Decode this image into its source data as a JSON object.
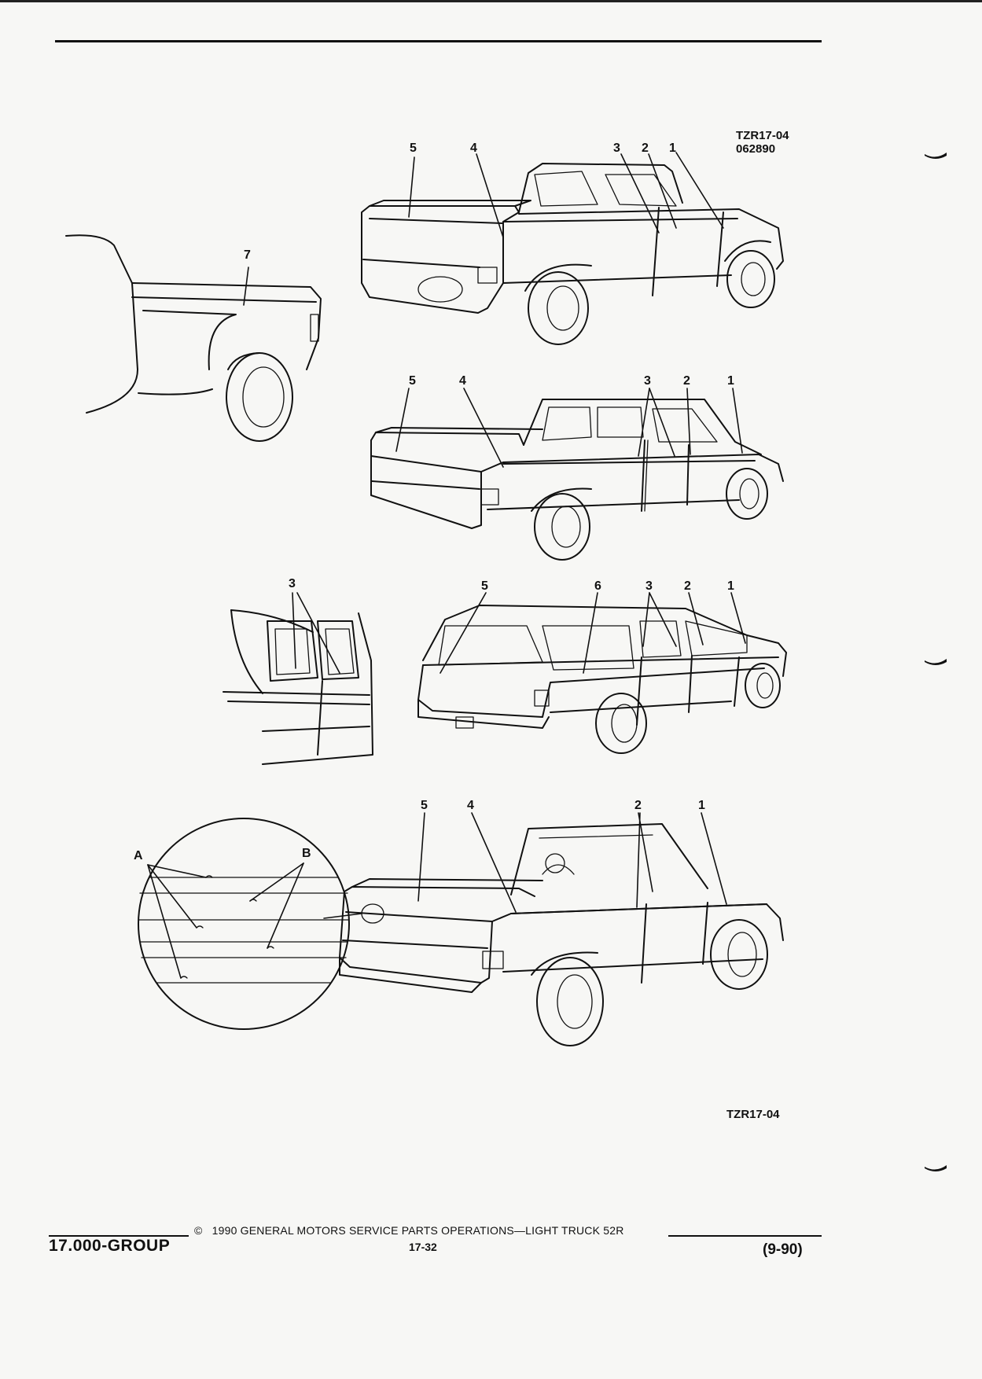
{
  "figure": {
    "ref_code": "TZR17-04",
    "ref_date": "062890",
    "ref_code_bottom": "TZR17-04"
  },
  "views": {
    "view1": {
      "callouts": [
        "5",
        "4",
        "3",
        "2",
        "1"
      ]
    },
    "detail7": {
      "callouts": [
        "7"
      ]
    },
    "view2": {
      "callouts": [
        "5",
        "4",
        "3",
        "2",
        "1"
      ]
    },
    "detail3": {
      "callouts": [
        "3"
      ]
    },
    "view3": {
      "callouts": [
        "5",
        "6",
        "3",
        "2",
        "1"
      ]
    },
    "view4": {
      "callouts": [
        "5",
        "4",
        "2",
        "1"
      ]
    },
    "detailAB": {
      "callouts": [
        "A",
        "B"
      ]
    }
  },
  "footer": {
    "copyright_symbol": "©",
    "copyright_text": "1990  GENERAL MOTORS SERVICE PARTS OPERATIONS—LIGHT TRUCK 52R",
    "group": "17.000-GROUP",
    "page": "17-32",
    "date": "(9-90)"
  }
}
